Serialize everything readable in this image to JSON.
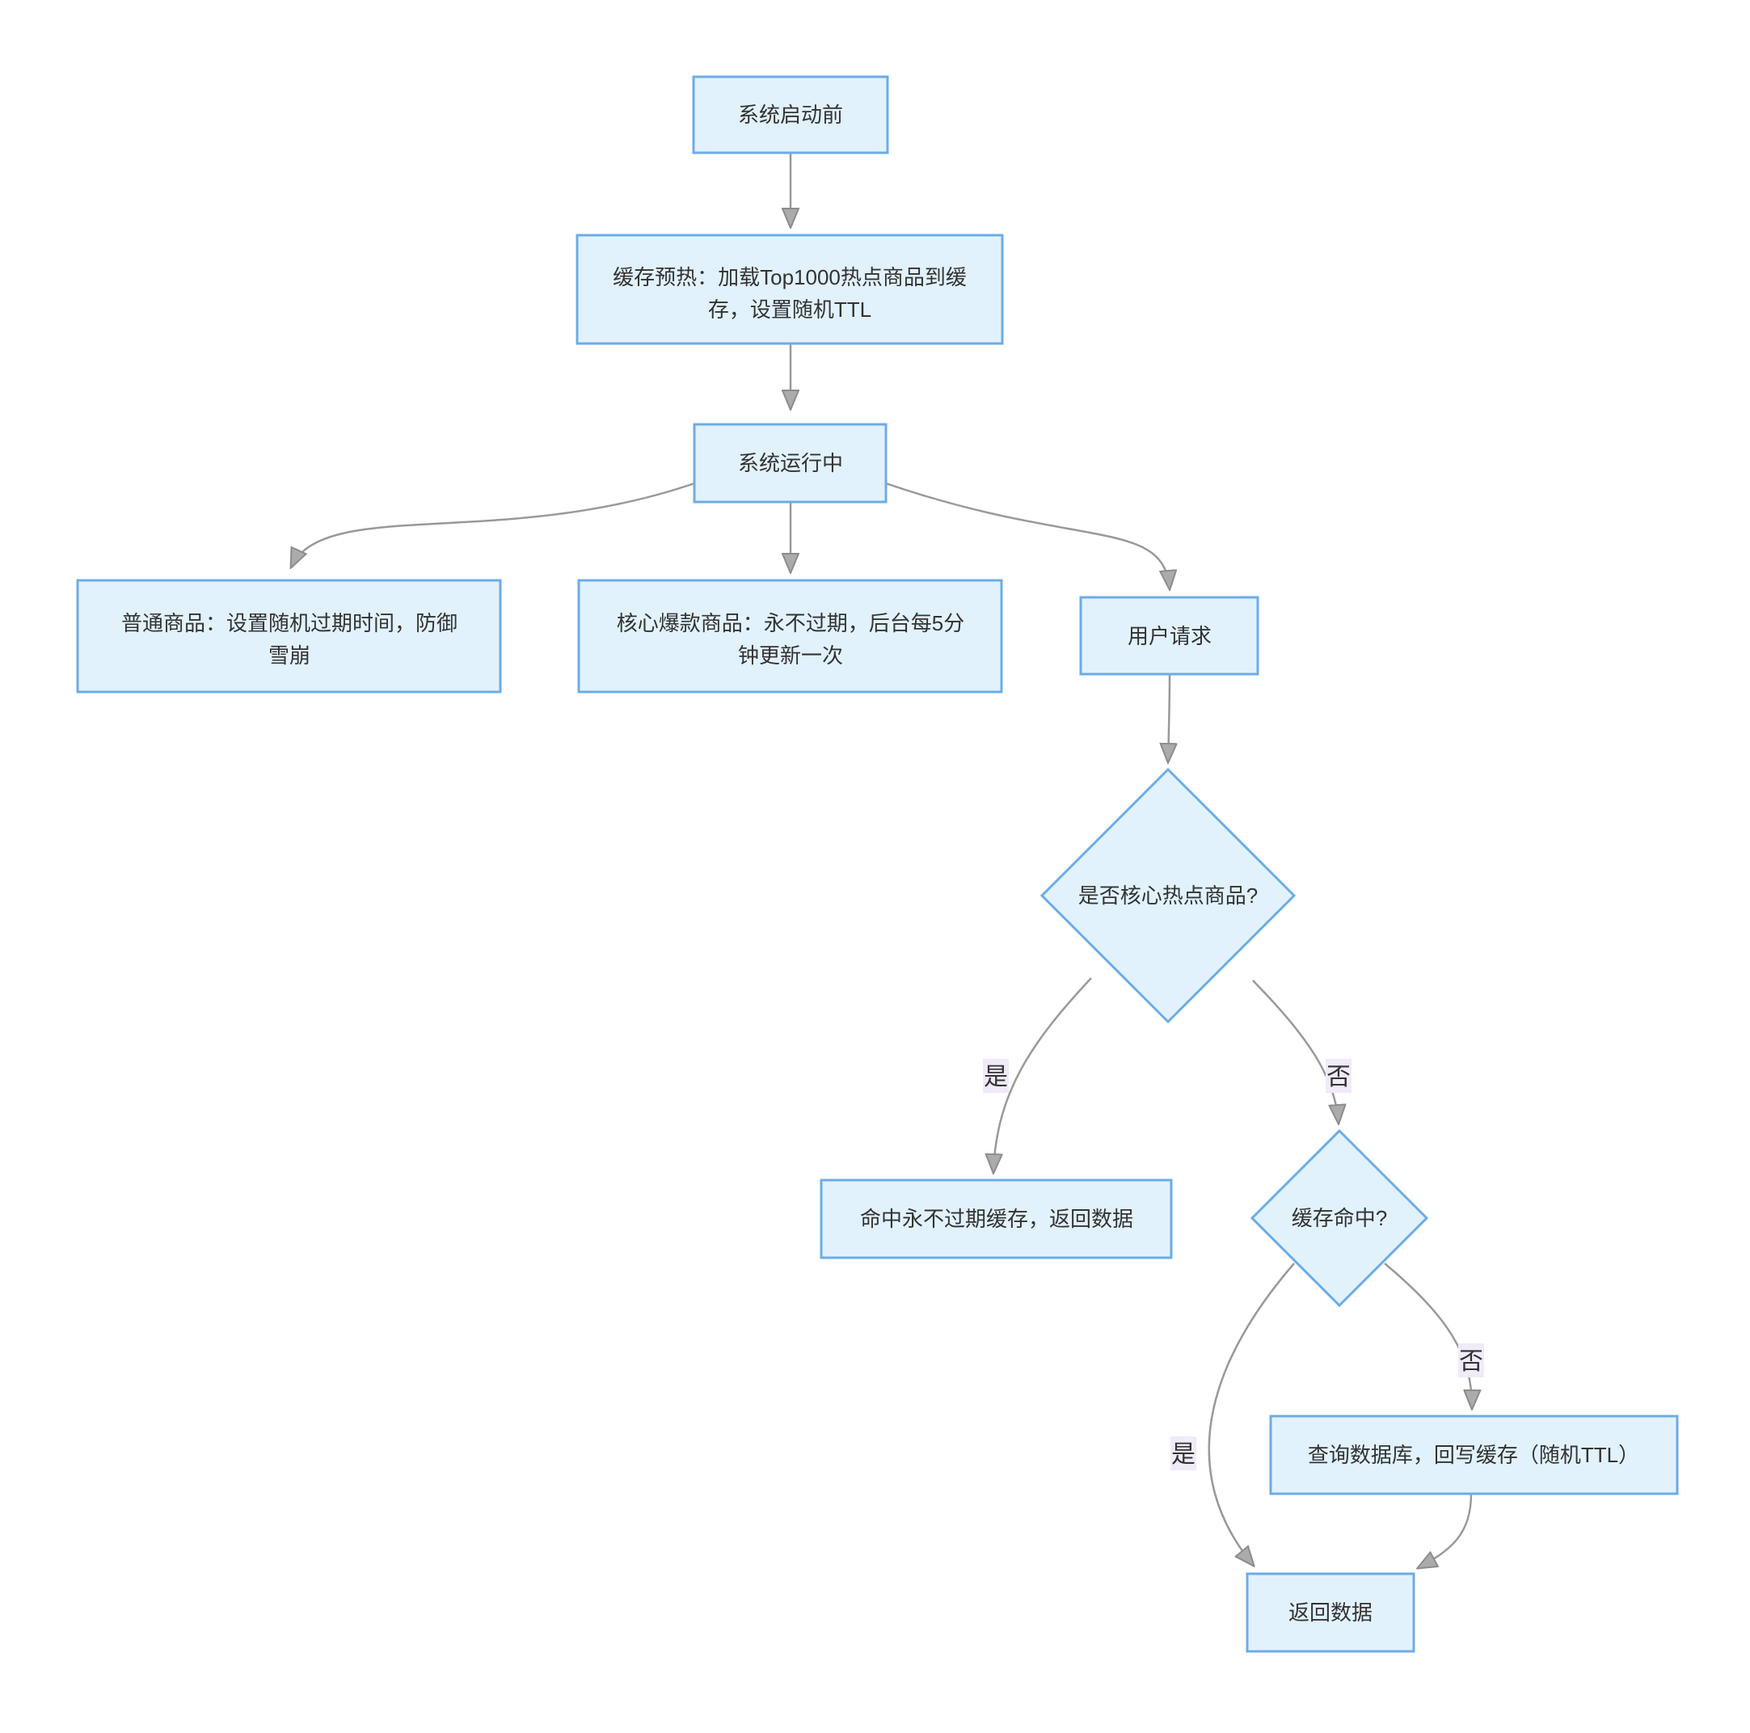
{
  "diagram": {
    "title": "cache-warmup-flowchart",
    "colors": {
      "node_fill": "#E2F2FD",
      "node_stroke": "#6CACE8",
      "edge": "#999999",
      "edge_label_bg": "#F1EAF9",
      "text": "#333333",
      "background": "#FFFFFF"
    },
    "nodes": {
      "start": {
        "label": "系统启动前"
      },
      "warm": {
        "line1": "缓存预热：加载Top1000热点商品到缓",
        "line2": "存，设置随机TTL"
      },
      "running": {
        "label": "系统运行中"
      },
      "normal": {
        "line1": "普通商品：设置随机过期时间，防御",
        "line2": "雪崩"
      },
      "core": {
        "line1": "核心爆款商品：永不过期，后台每5分",
        "line2": "钟更新一次"
      },
      "request": {
        "label": "用户请求"
      },
      "decision_hot": {
        "label": "是否核心热点商品?"
      },
      "hit": {
        "label": "命中永不过期缓存，返回数据"
      },
      "decision_cache": {
        "label": "缓存命中?"
      },
      "db": {
        "label": "查询数据库，回写缓存（随机TTL）"
      },
      "ret": {
        "label": "返回数据"
      }
    },
    "edge_labels": {
      "yes1": "是",
      "no1": "否",
      "yes2": "是",
      "no2": "否"
    }
  }
}
